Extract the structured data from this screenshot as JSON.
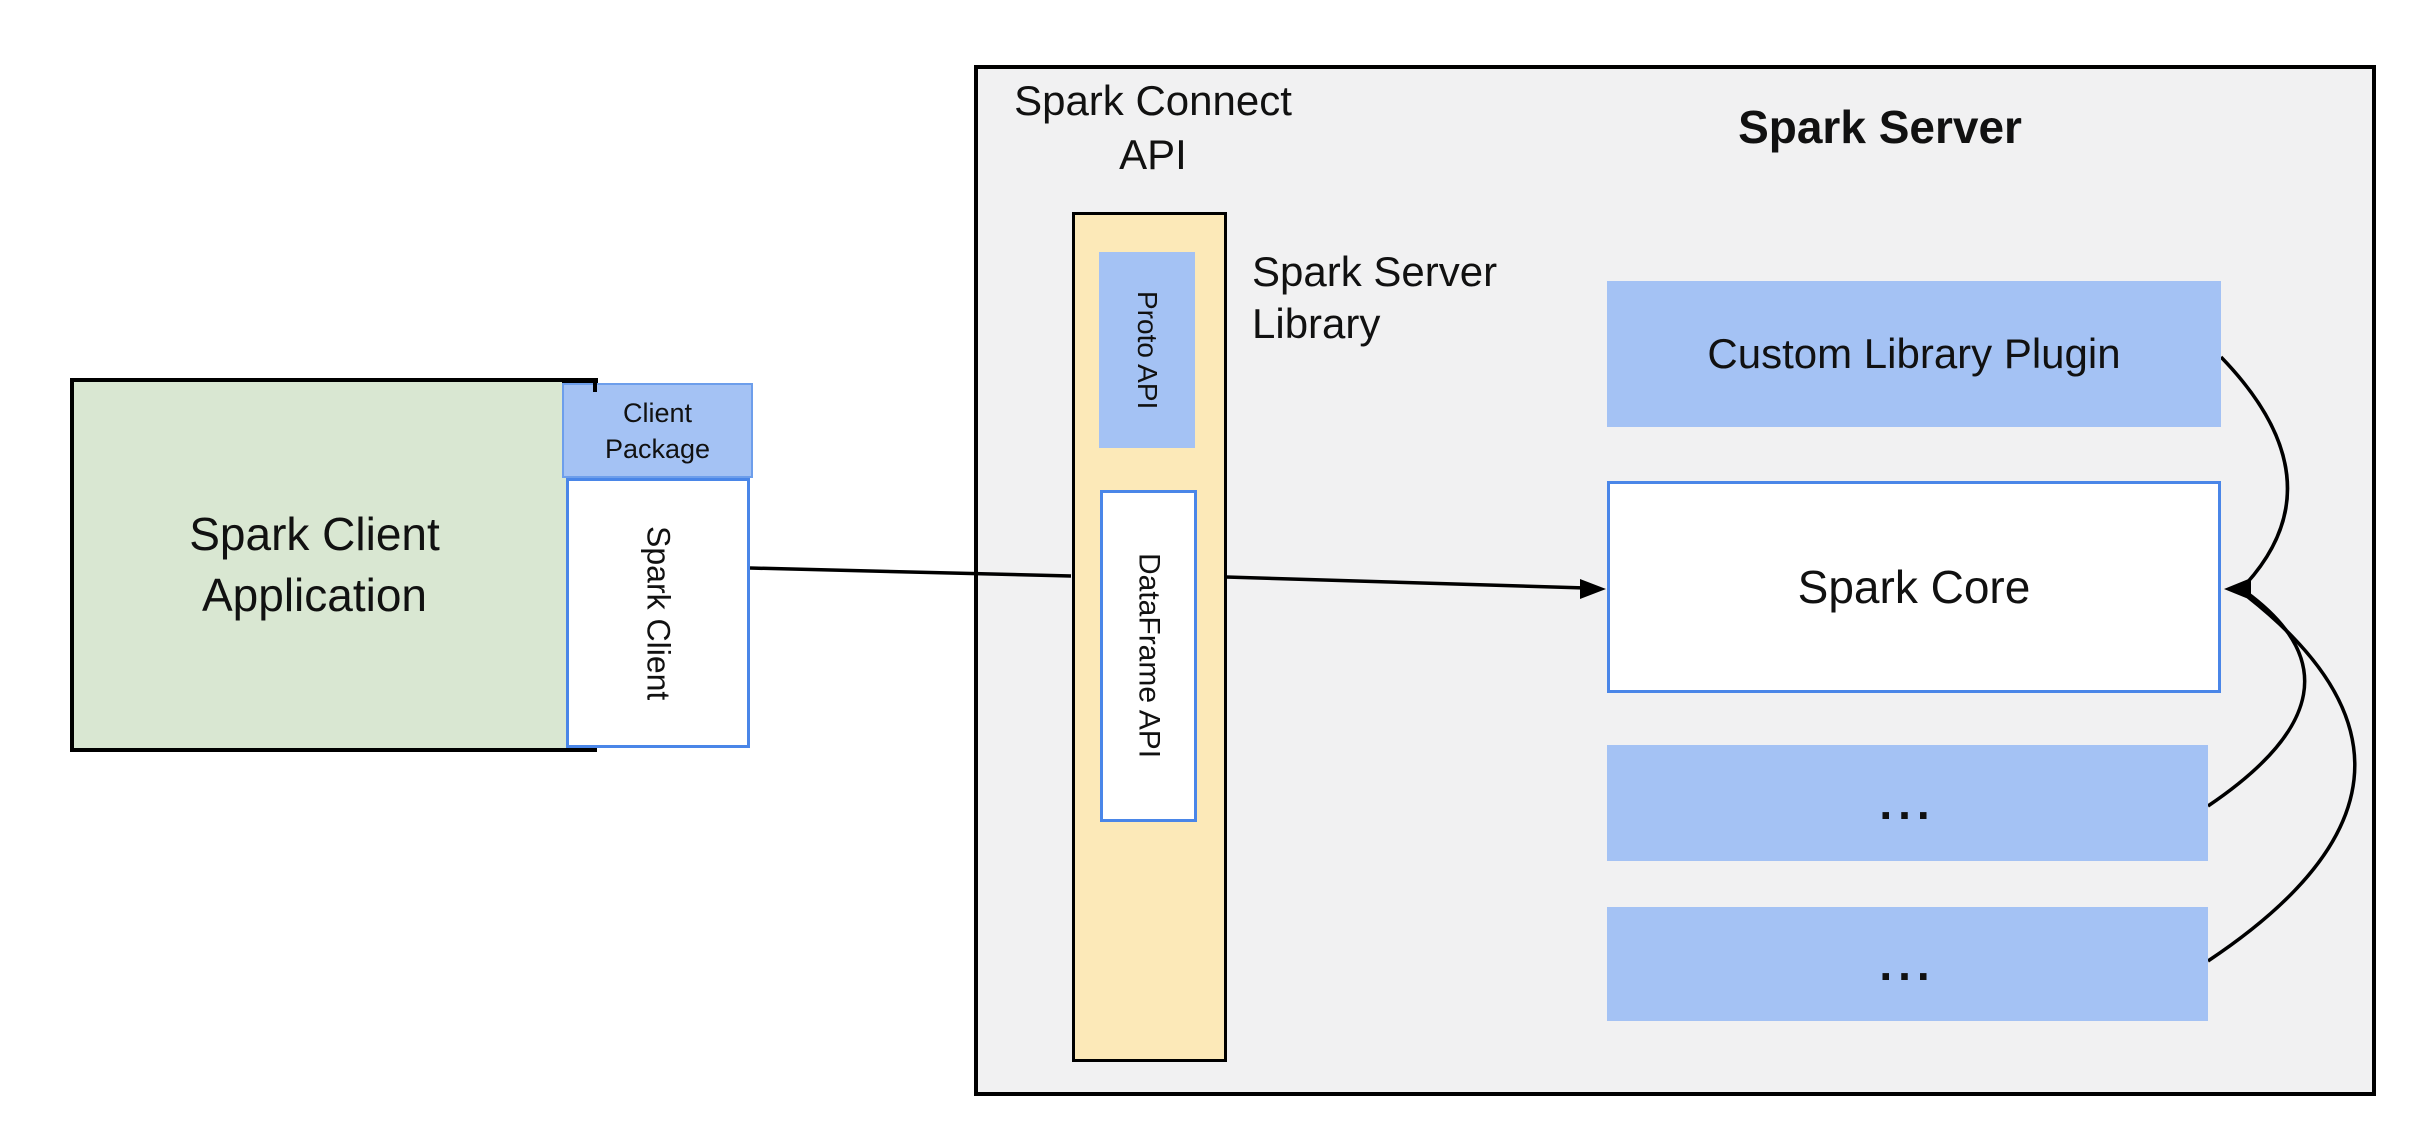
{
  "diagram": {
    "client_app": {
      "line1": "Spark Client",
      "line2": "Application"
    },
    "client_package": {
      "line1": "Client",
      "line2": "Package"
    },
    "spark_client_label": "Spark Client",
    "connect_api_title": {
      "line1": "Spark Connect",
      "line2": "API"
    },
    "proto_api_label": "Proto API",
    "dataframe_api_label": "DataFrame API",
    "server_library_label": {
      "line1": "Spark Server",
      "line2": "Library"
    },
    "server_title": "Spark Server",
    "plugin_label": "Custom Library Plugin",
    "core_label": "Spark Core",
    "ellipsis_box_1": "...",
    "ellipsis_box_2": "...",
    "colors": {
      "green": "#d9e7d2",
      "blue": "#a4c2f4",
      "tan": "#fce9b8",
      "gray": "#f1f1f2",
      "blue_border": "#4a86e8",
      "blue_border_light": "#6d9eeb",
      "line": "#000000",
      "ink": "#111111"
    }
  }
}
